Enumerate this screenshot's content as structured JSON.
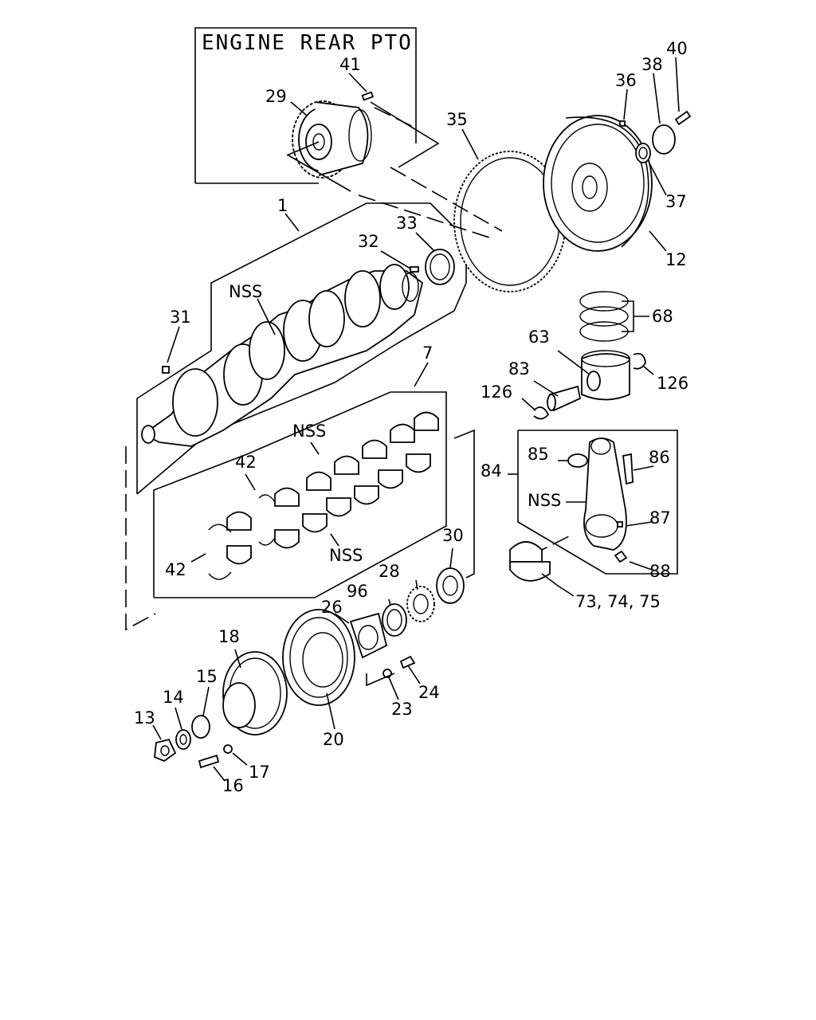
{
  "title": "ENGINE REAR PTO",
  "labels": {
    "p1": "1",
    "p7": "7",
    "p12": "12",
    "p13": "13",
    "p14": "14",
    "p15": "15",
    "p16": "16",
    "p17": "17",
    "p18": "18",
    "p20": "20",
    "p23": "23",
    "p24": "24",
    "p26": "26",
    "p28": "28",
    "p29": "29",
    "p30": "30",
    "p31": "31",
    "p32": "32",
    "p33": "33",
    "p35": "35",
    "p36": "36",
    "p37": "37",
    "p38": "38",
    "p40": "40",
    "p41": "41",
    "p42a": "42",
    "p42b": "42",
    "p63": "63",
    "p68": "68",
    "p73": "73, 74, 75",
    "p83": "83",
    "p84": "84",
    "p85": "85",
    "p86": "86",
    "p87": "87",
    "p88": "88",
    "p96": "96",
    "p126a": "126",
    "p126b": "126",
    "nss1": "NSS",
    "nss2": "NSS",
    "nss3": "NSS",
    "nss4": "NSS"
  }
}
